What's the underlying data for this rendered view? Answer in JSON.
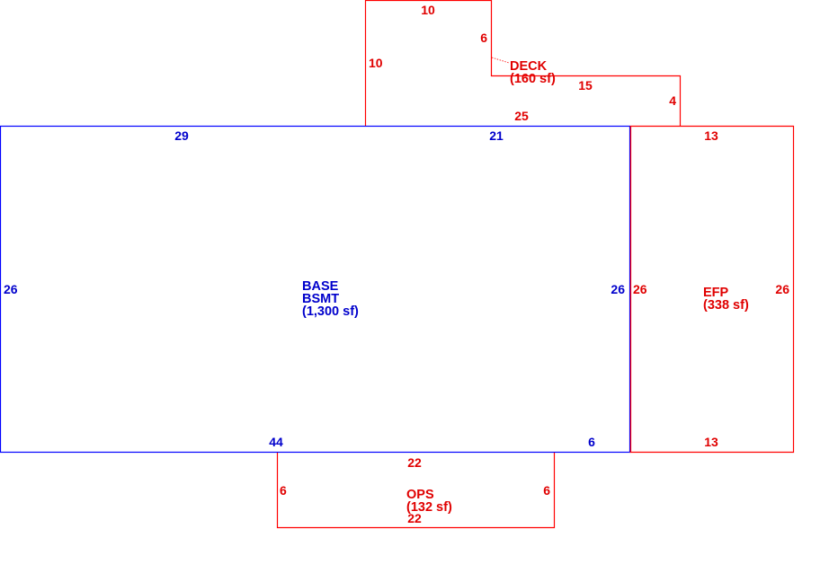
{
  "colors": {
    "base_stroke": "#0000ff",
    "base_text": "#0000cc",
    "addition_stroke": "#ff0000",
    "addition_text": "#e00000",
    "background": "#ffffff"
  },
  "areas": {
    "base": {
      "label_lines": [
        "BASE",
        "BSMT",
        "(1,300 sf)"
      ],
      "dimensions": {
        "top_left": "29",
        "top_right": "21",
        "left": "26",
        "right": "26",
        "bottom_left": "44",
        "bottom_right": "6"
      }
    },
    "deck": {
      "label_lines": [
        "DECK",
        "(160 sf)"
      ],
      "dimensions": {
        "top": "10",
        "left": "10",
        "inner_vertical": "6",
        "middle_horizontal": "15",
        "right": "4",
        "bottom": "25"
      }
    },
    "efp": {
      "label_lines": [
        "EFP",
        "(338 sf)"
      ],
      "dimensions": {
        "top": "13",
        "left": "26",
        "right": "26",
        "bottom": "13"
      }
    },
    "ops": {
      "label_lines": [
        "OPS",
        "(132 sf)"
      ],
      "dimensions": {
        "top": "22",
        "left": "6",
        "right": "6",
        "bottom": "22"
      }
    }
  }
}
